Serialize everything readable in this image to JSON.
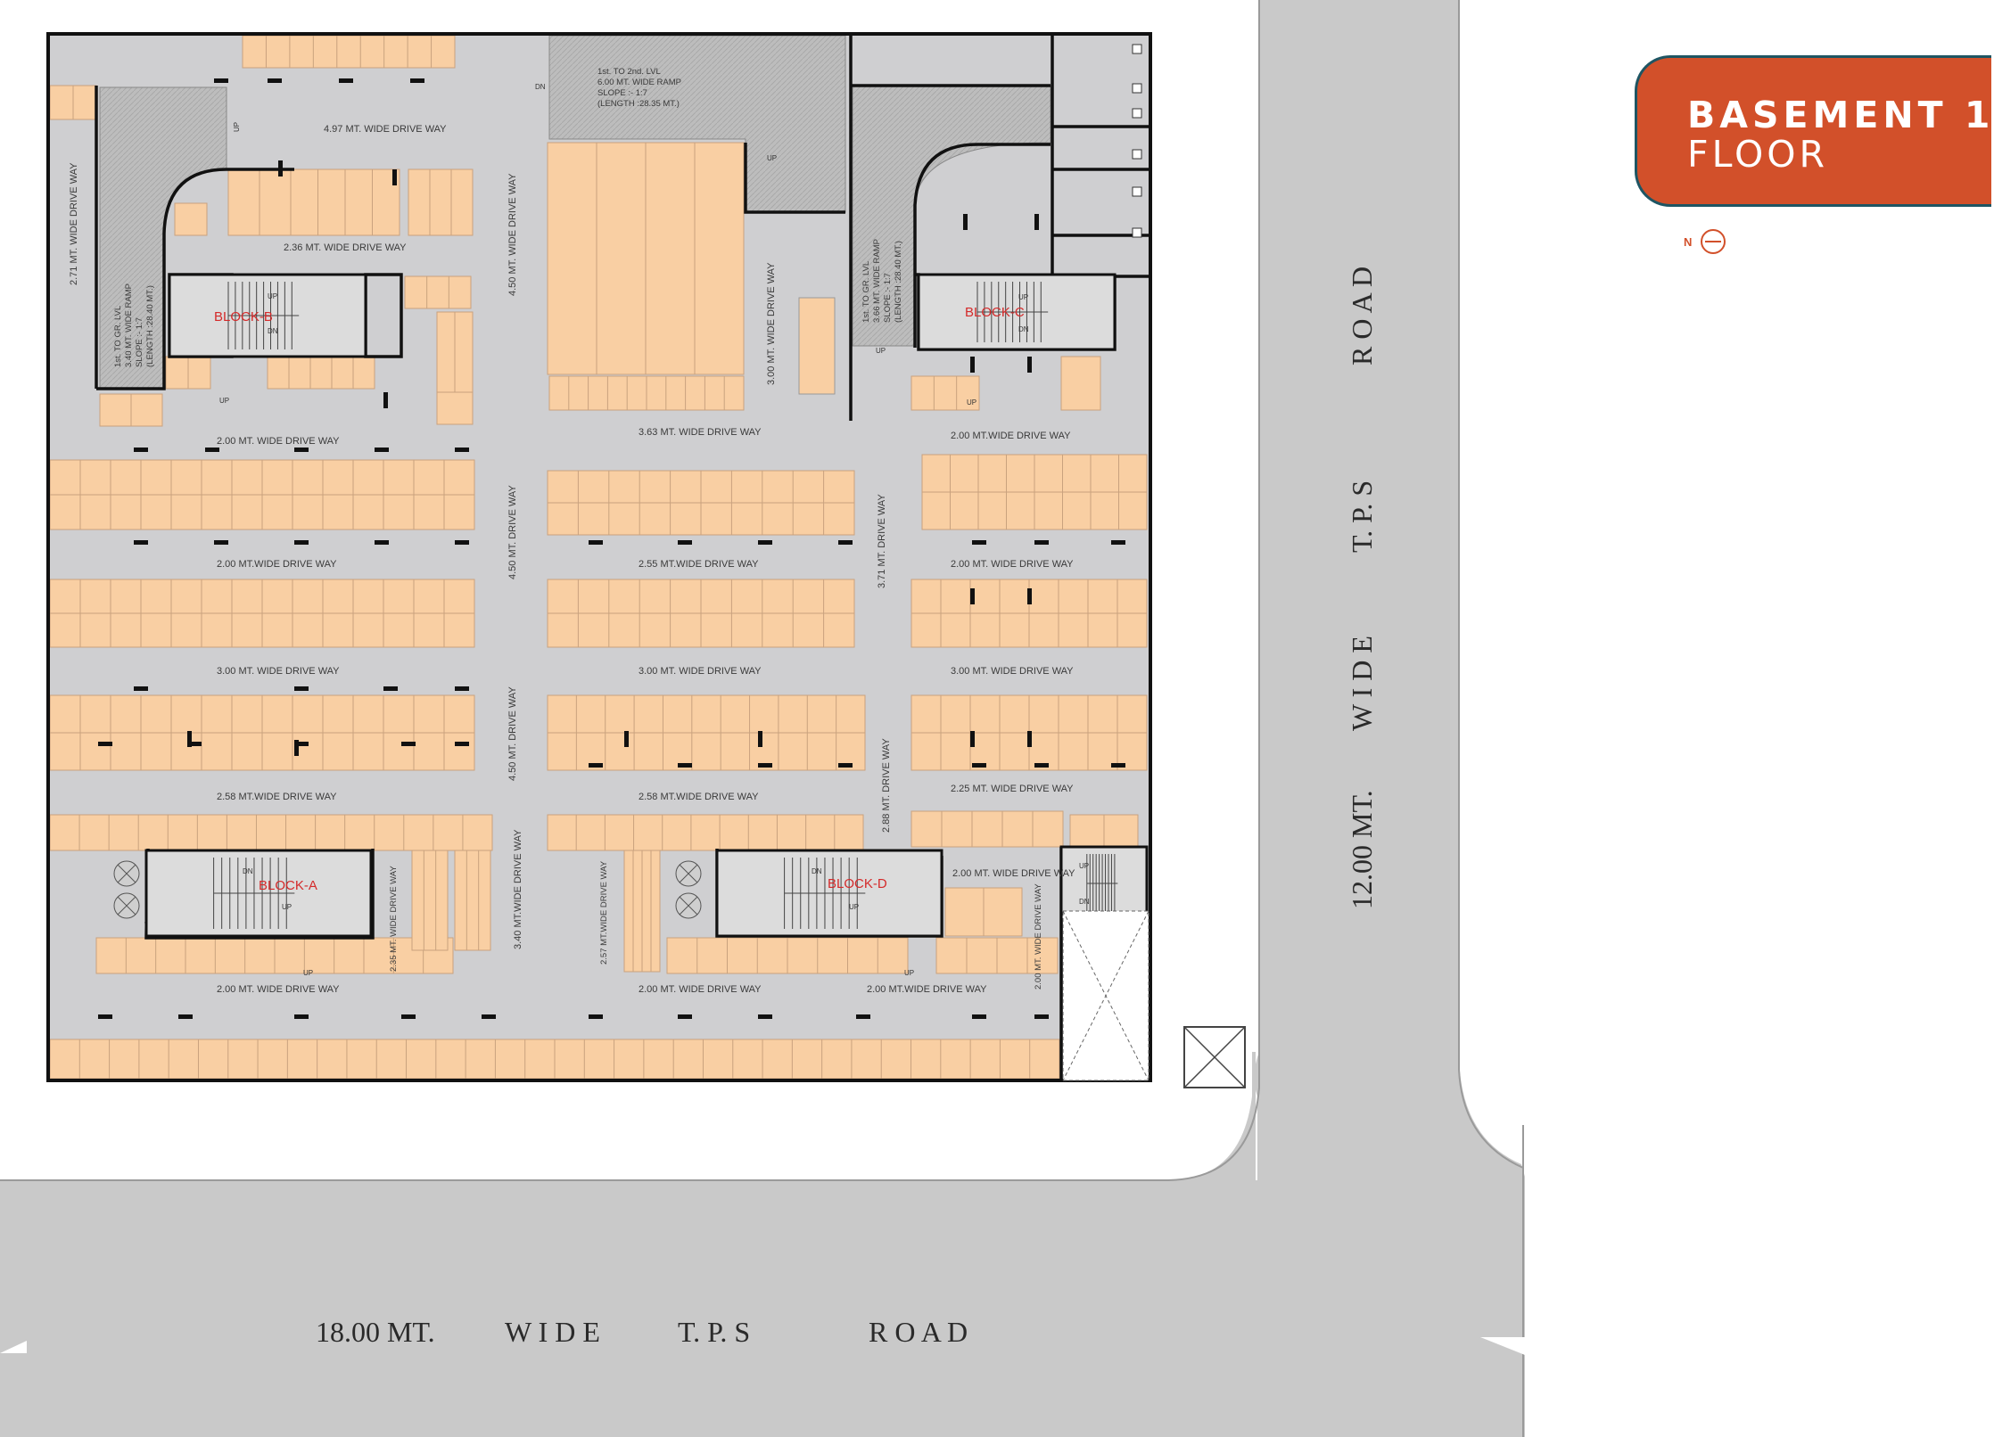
{
  "badge": {
    "line1": "BASEMENT 1",
    "line2": "FLOOR"
  },
  "north_label": "N",
  "roads": {
    "bottom": [
      "18.00 MT.",
      "W I D E",
      "T. P. S",
      "R O A D"
    ],
    "right": [
      "12.00 MT.",
      "W I D E",
      "T. P. S",
      "R O A D"
    ]
  },
  "blocks": [
    "BLOCK-A",
    "BLOCK-B",
    "BLOCK-C",
    "BLOCK-D"
  ],
  "ramps": {
    "main": [
      "1st. TO 2nd. LVL",
      "6.00 MT. WIDE RAMP",
      "SLOPE :- 1:7",
      "(LENGTH :28.35 MT.)"
    ],
    "left": [
      "1st. TO GR. LVL",
      "3.40 MT. WIDE RAMP",
      "SLOPE :- 1:7",
      "(LENGTH :28.40 MT.)"
    ],
    "right": [
      "1st. TO GR. LVL",
      "3.66 MT. WIDE RAMP",
      "SLOPE :- 1:7",
      "(LENGTH :28.40 MT.)"
    ]
  },
  "drive_ways_h": [
    "4.97 MT. WIDE DRIVE WAY",
    "2.36 MT. WIDE DRIVE WAY",
    "2.00 MT. WIDE DRIVE WAY",
    "3.63 MT. WIDE DRIVE WAY",
    "2.00 MT.WIDE  DRIVE WAY",
    "2.00 MT.WIDE  DRIVE WAY",
    "2.55 MT.WIDE  DRIVE WAY",
    "2.00 MT. WIDE  DRIVE WAY",
    "3.00 MT. WIDE DRIVE WAY",
    "3.00 MT. WIDE DRIVE WAY",
    "3.00 MT. WIDE DRIVE WAY",
    "2.58 MT.WIDE  DRIVE WAY",
    "2.58 MT.WIDE  DRIVE WAY",
    "2.25 MT. WIDE  DRIVE WAY",
    "2.00 MT. WIDE DRIVE WAY",
    "2.00 MT. WIDE DRIVE WAY",
    "2.00 MT. WIDE DRIVE WAY",
    "2.00 MT.WIDE  DRIVE WAY"
  ],
  "drive_ways_v": [
    "2.71 MT. WIDE DRIVE WAY",
    "4.50 MT. WIDE DRIVE WAY",
    "3.00 MT. WIDE DRIVE WAY",
    "4.50 MT. DRIVE WAY",
    "3.71 MT. DRIVE WAY",
    "4.50 MT. DRIVE WAY",
    "2.88 MT. DRIVE WAY",
    "3.40 MT.WIDE DRIVE WAY",
    "2.35 MT. WIDE DRIVE WAY",
    "2.57 MT.WIDE DRIVE WAY",
    "2.00 MT. WIDE DRIVE WAY"
  ],
  "marks": {
    "up": "UP",
    "dn": "DN"
  },
  "colors": {
    "parking": "#f9cfa3",
    "drive": "#cfcfd1",
    "wall": "#111111",
    "road": "#c9c9c9",
    "badge": "#d2502a",
    "badge_border": "#1e5563",
    "block_label": "#d42a2a"
  }
}
